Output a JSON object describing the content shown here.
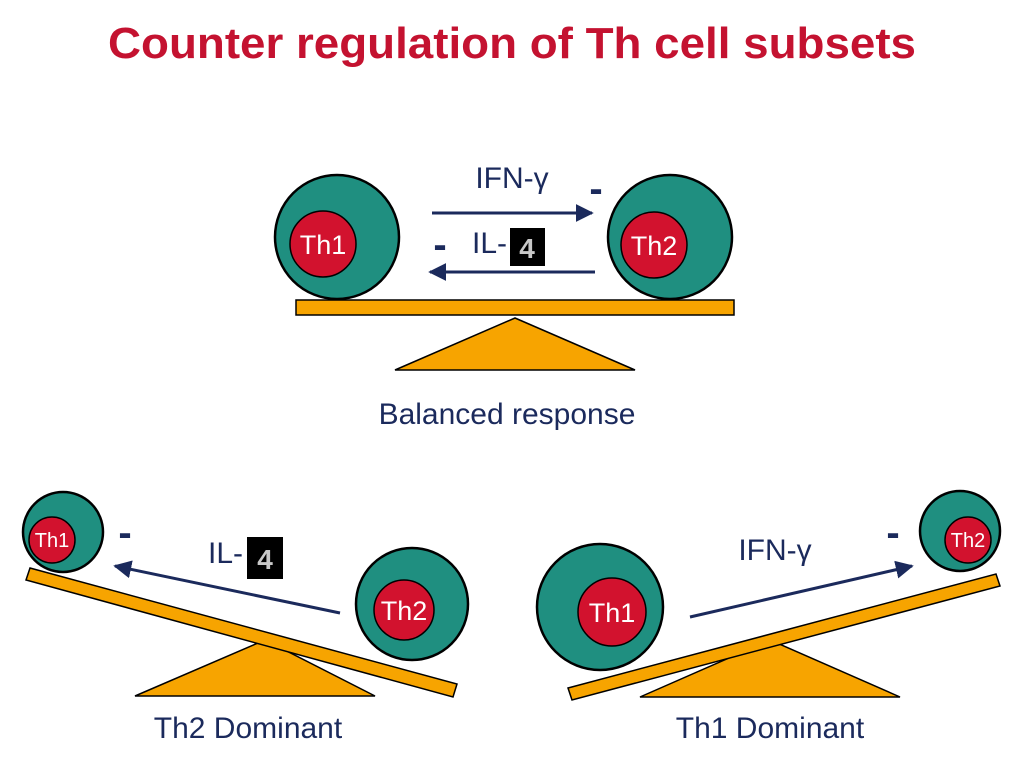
{
  "title": "Counter regulation of Th cell subsets",
  "balanced": {
    "left_cell": "Th1",
    "right_cell": "Th2",
    "ifn_label": "IFN-γ",
    "il_prefix": "IL-",
    "il_suffix": "4",
    "minus_right": "-",
    "minus_left": "-",
    "caption": "Balanced response"
  },
  "th2_dominant": {
    "small_cell": "Th1",
    "big_cell": "Th2",
    "il_prefix": "IL-",
    "il_suffix": "4",
    "minus": "-",
    "caption": "Th2 Dominant"
  },
  "th1_dominant": {
    "big_cell": "Th1",
    "small_cell": "Th2",
    "ifn_label": "IFN-γ",
    "minus": "-",
    "caption": "Th1 Dominant"
  },
  "colors": {
    "title": "#c41230",
    "text": "#1b2a5c",
    "arrow": "#1b2a5c",
    "cell_outer": "#1f8f80",
    "cell_inner": "#d2122e",
    "beam": "#f7a400",
    "box": "#000000"
  }
}
